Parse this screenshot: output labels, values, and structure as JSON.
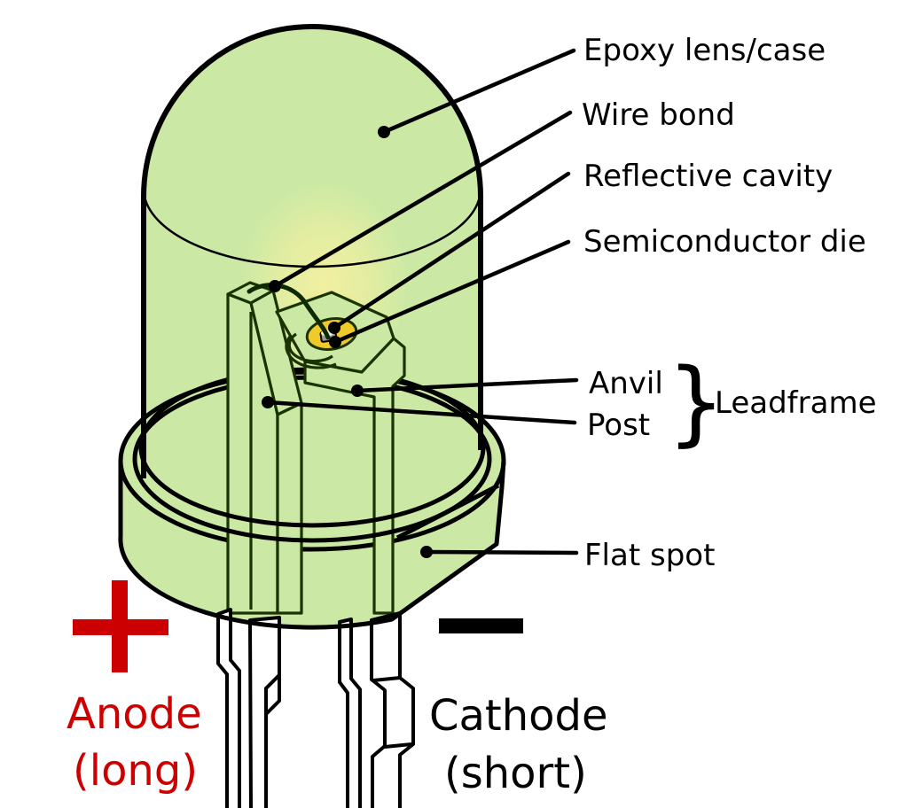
{
  "callouts": {
    "epoxy": "Epoxy lens/case",
    "wire_bond": "Wire bond",
    "reflective_cavity": "Reflective cavity",
    "semiconductor_die": "Semiconductor die",
    "anvil": "Anvil",
    "post": "Post",
    "brace": "}",
    "leadframe": "Leadframe",
    "flat_spot": "Flat spot"
  },
  "polarity": {
    "anode_symbol": "+",
    "anode_label": "Anode",
    "anode_sub": "(long)",
    "cathode_symbol": "−",
    "cathode_label": "Cathode",
    "cathode_sub": "(short)"
  },
  "colors": {
    "epoxy_green": "#cbe9a4",
    "glow_yellow": "#f6f1a0",
    "cavity_gold": "#f0ca2a",
    "die_gray": "#9a9a8f",
    "outline": "#000000",
    "internal_outline": "#1a3300",
    "anode_red": "#cc0000",
    "lead_fill": "#ffffff"
  }
}
